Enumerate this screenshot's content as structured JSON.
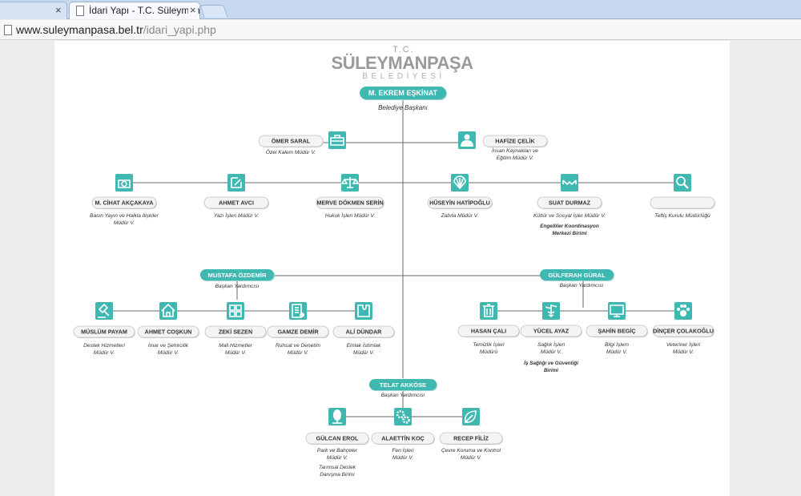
{
  "browser": {
    "tabs": [
      {
        "label": "",
        "close": "×"
      },
      {
        "label": "İdari Yapı - T.C. Süleyman",
        "close": "×"
      }
    ],
    "url_domain": "www.suleymanpasa.bel.tr",
    "url_path": "/idari_yapi.php"
  },
  "logo": {
    "tc": "T.C.",
    "name": "SÜLEYMANPAŞA",
    "sub": "BELEDİYESİ"
  },
  "colors": {
    "teal": "#3fb8b2",
    "teal_dark": "#2ea39d",
    "line": "#6a6a6a",
    "pill": "#f4f4f4"
  },
  "mayor": {
    "name": "M. EKREM EŞKİNAT",
    "title": "Belediye Başkanı"
  },
  "assistants_top": [
    {
      "name": "ÖMER SARAL",
      "title": [
        "Özel Kalem Müdür V."
      ],
      "icon": "briefcase-icon"
    },
    {
      "name": "HAFİZE ÇELİK",
      "title": [
        "İnsan Kaynakları ve",
        "Eğitim Müdür V."
      ],
      "icon": "person-icon"
    }
  ],
  "directors_row": [
    {
      "name": "M. CİHAT AKÇAKAYA",
      "title": [
        "Basın Yayın ve Halkla İlişkiler",
        "Müdür V."
      ],
      "icon": "camera-icon"
    },
    {
      "name": "AHMET AVCI",
      "title": [
        "Yazı İşleri Müdür V."
      ],
      "icon": "pencil-icon"
    },
    {
      "name": "MERVE DÖKMEN SERİN",
      "title": [
        "Hukuk İşleri Müdür V."
      ],
      "icon": "scales-icon"
    },
    {
      "name": "HÜSEYİN HATİPOĞLU",
      "title": [
        "Zabıta Müdür V."
      ],
      "icon": "shell-icon"
    },
    {
      "name": "SUAT DURMAZ",
      "title": [
        "Kültür ve Sosyal İşler Müdür V."
      ],
      "extra": [
        "Engelliler Koordinasyon",
        "Merkezi Birimi"
      ],
      "icon": "handshake-icon"
    },
    {
      "name": "",
      "title": [
        "Teftiş Kurulu Müdürlüğü"
      ],
      "icon": "magnifier-icon"
    }
  ],
  "deputy_left": {
    "name": "MUSTAFA ÖZDEMİR",
    "title": "Başkan Yardımcısı",
    "units": [
      {
        "name": "MÜSLÜM PAYAM",
        "title": [
          "Destek Hizmetleri",
          "Müdür V."
        ],
        "icon": "gavel-icon"
      },
      {
        "name": "AHMET COŞKUN",
        "title": [
          "İmar ve Şehircilik",
          "Müdür V."
        ],
        "icon": "house-icon"
      },
      {
        "name": "ZEKİ SEZEN",
        "title": [
          "Mali Hizmetler",
          "Müdür V."
        ],
        "icon": "calculator-icon"
      },
      {
        "name": "GAMZE DEMİR",
        "title": [
          "Ruhsat ve Denetim",
          "Müdür V."
        ],
        "icon": "certificate-icon"
      },
      {
        "name": "ALİ DÜNDAR",
        "title": [
          "Emlak İstimlak",
          "Müdür V."
        ],
        "icon": "puzzle-icon"
      }
    ]
  },
  "deputy_right": {
    "name": "GÜLFERAH GÜRAL",
    "title": "Başkan Yardımcısı",
    "units": [
      {
        "name": "HASAN ÇALI",
        "title": [
          "Temizlik İşleri",
          "Müdürü"
        ],
        "icon": "trash-icon"
      },
      {
        "name": "YÜCEL AYAZ",
        "title": [
          "Sağlık İşleri",
          "Müdür V."
        ],
        "extra": [
          "İş Sağlığı ve Güvenliği",
          "Birimi"
        ],
        "icon": "caduceus-icon"
      },
      {
        "name": "ŞAHİN BEGİÇ",
        "title": [
          "Bilgi İşlem",
          "Müdür V."
        ],
        "icon": "monitor-icon"
      },
      {
        "name": "DİNÇER ÇOLAKOĞLU",
        "title": [
          "Veteriner İşleri",
          "Müdür V."
        ],
        "icon": "paw-icon"
      }
    ]
  },
  "deputy_bottom": {
    "name": "TELAT AKKÖSE",
    "title": "Başkan Yardımcısı",
    "units": [
      {
        "name": "GÜLCAN EROL",
        "title": [
          "Park ve Bahçeler",
          "Müdür V."
        ],
        "extra": [
          "Tarımsal Destek",
          "Danışma Birimi"
        ],
        "icon": "tree-icon"
      },
      {
        "name": "ALAETTİN KOÇ",
        "title": [
          "Fen İşleri",
          "Müdür V."
        ],
        "icon": "gears-icon"
      },
      {
        "name": "RECEP FİLİZ",
        "title": [
          "Çevre Koruma ve Kontrol",
          "Müdür V."
        ],
        "icon": "leaf-icon"
      }
    ]
  }
}
